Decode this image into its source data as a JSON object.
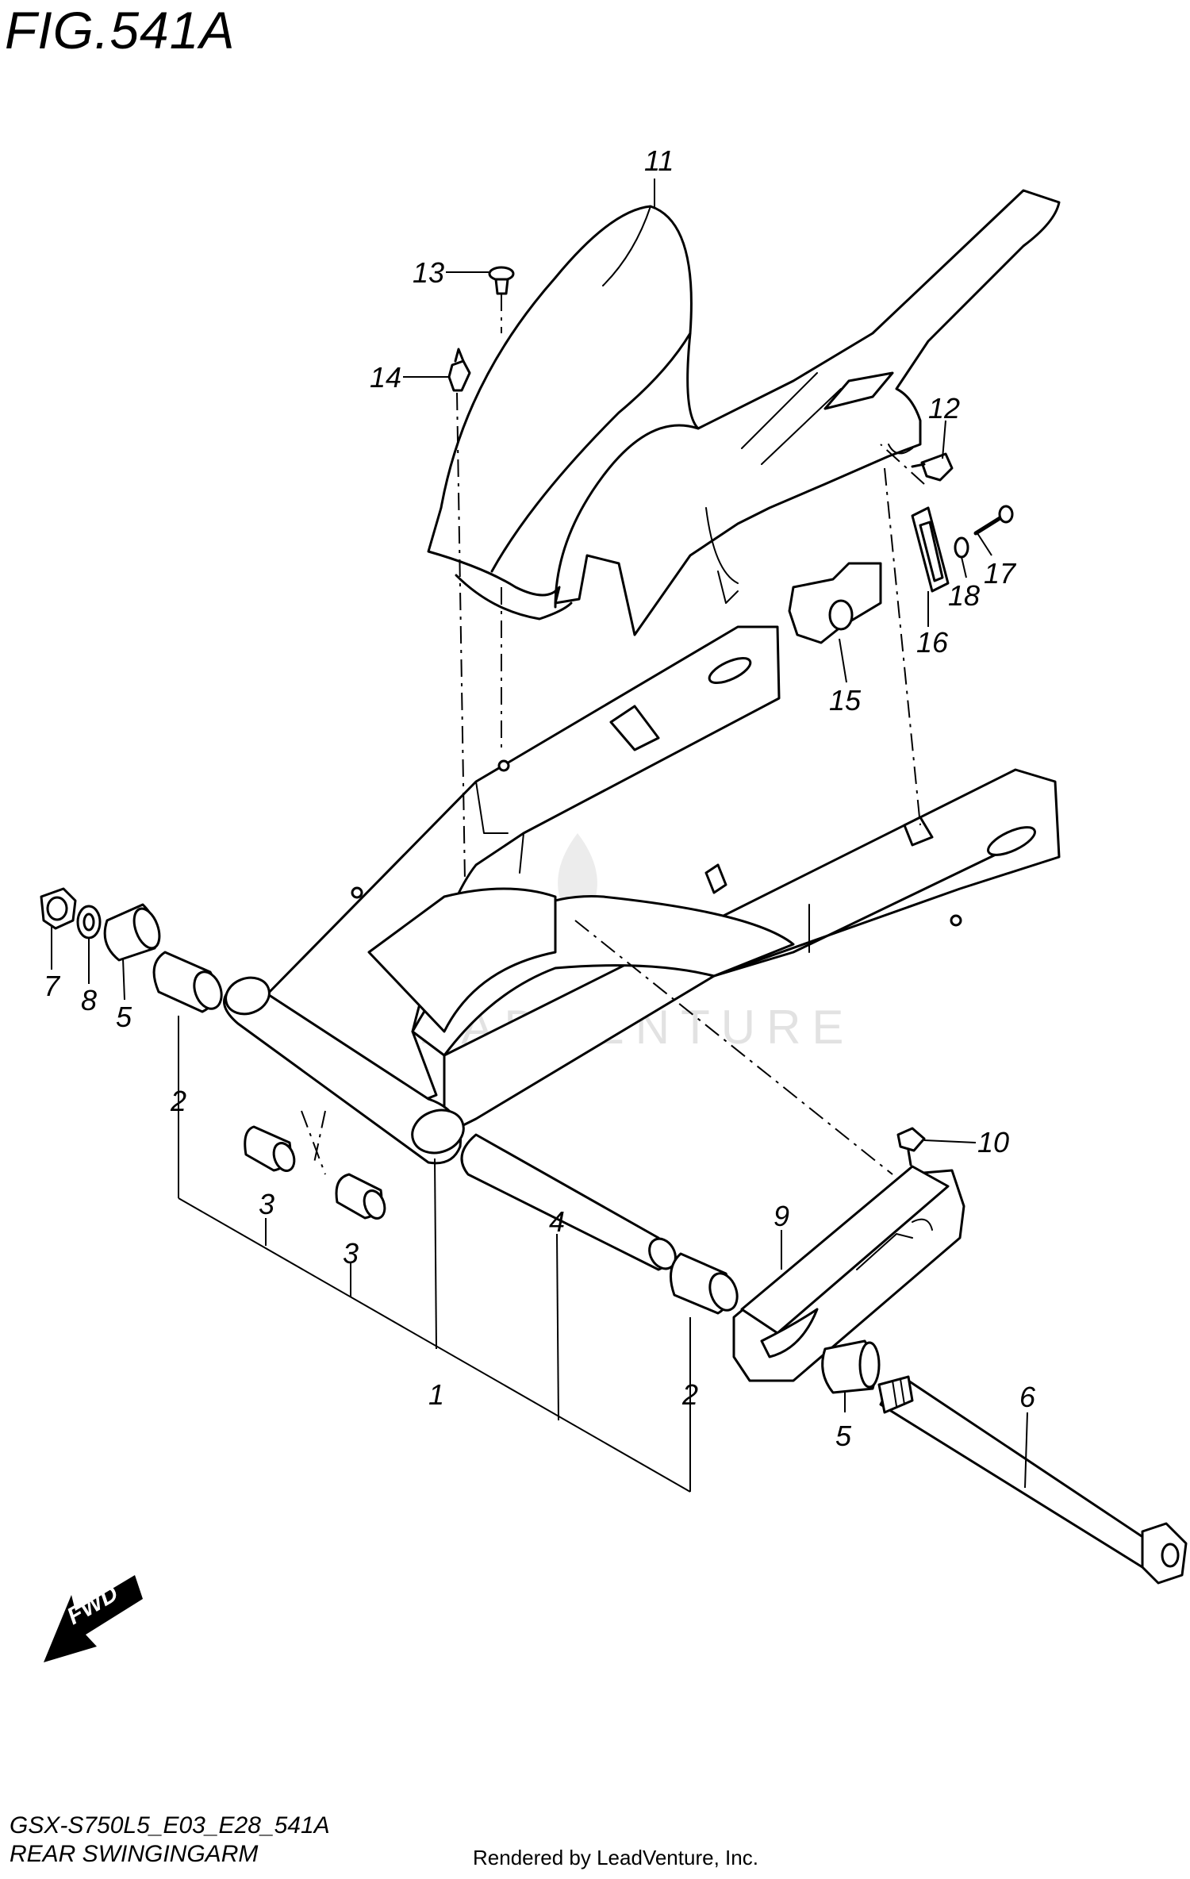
{
  "figure": {
    "title": "FIG.541A",
    "code": "GSX-S750L5_E03_E28_541A",
    "name": "REAR SWINGINGARM",
    "rendered_by": "Rendered by LeadVenture, Inc."
  },
  "watermark": "LEADVENTURE",
  "fwd_label": "FWD",
  "callouts": [
    {
      "id": "c11",
      "label": "11"
    },
    {
      "id": "c13",
      "label": "13"
    },
    {
      "id": "c14",
      "label": "14"
    },
    {
      "id": "c12",
      "label": "12"
    },
    {
      "id": "c17",
      "label": "17"
    },
    {
      "id": "c18",
      "label": "18"
    },
    {
      "id": "c16",
      "label": "16"
    },
    {
      "id": "c15",
      "label": "15"
    },
    {
      "id": "c7",
      "label": "7"
    },
    {
      "id": "c8",
      "label": "8"
    },
    {
      "id": "c5a",
      "label": "5"
    },
    {
      "id": "c2a",
      "label": "2"
    },
    {
      "id": "c3a",
      "label": "3"
    },
    {
      "id": "c3b",
      "label": "3"
    },
    {
      "id": "c4",
      "label": "4"
    },
    {
      "id": "c1",
      "label": "1"
    },
    {
      "id": "c2b",
      "label": "2"
    },
    {
      "id": "c9",
      "label": "9"
    },
    {
      "id": "c10",
      "label": "10"
    },
    {
      "id": "c5b",
      "label": "5"
    },
    {
      "id": "c6",
      "label": "6"
    }
  ]
}
